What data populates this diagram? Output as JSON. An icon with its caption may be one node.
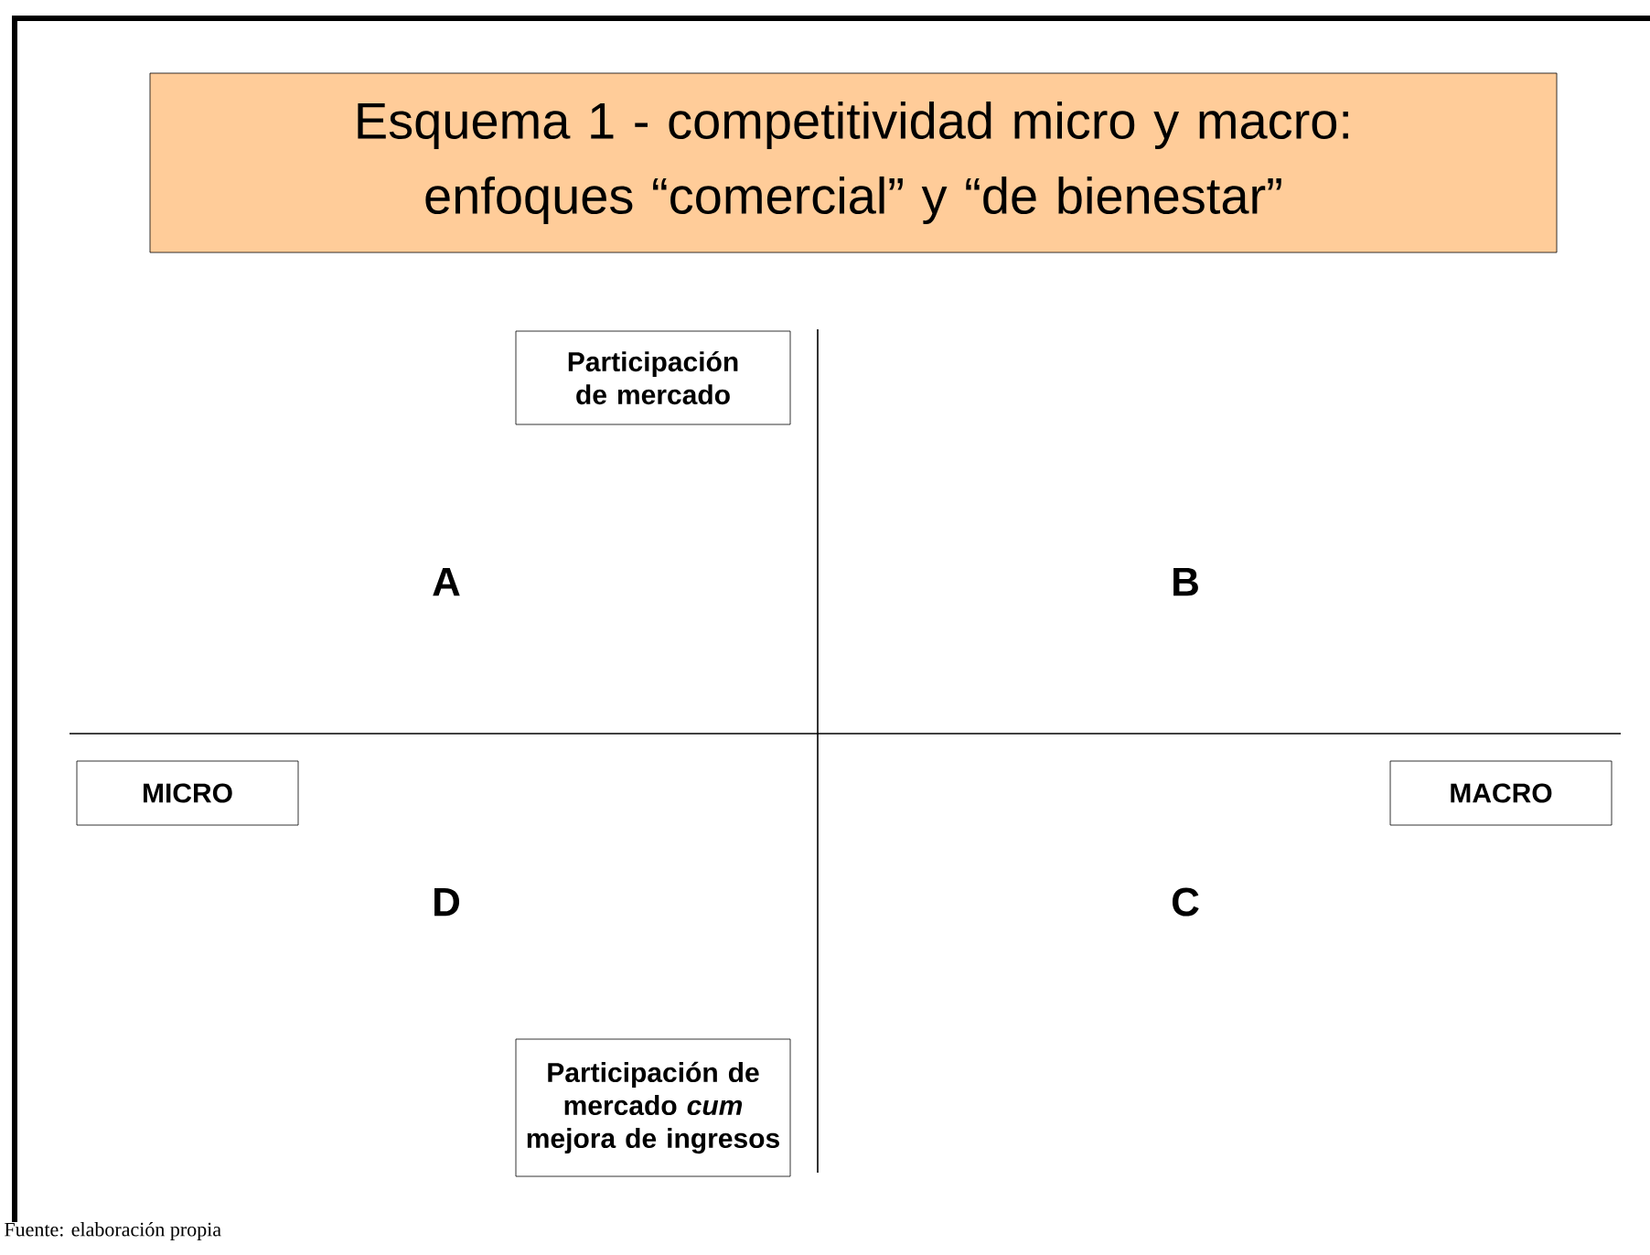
{
  "diagram": {
    "title": "Esquema 1 - competitividad micro y macro: enfoques “comercial” y “de bienestar”",
    "caption": "Fuente: elaboración propia",
    "nodes": [
      {
        "text": [
          "Participación de mercado"
        ]
      },
      {
        "text": [
          "MICRO"
        ]
      },
      {
        "text": [
          "MACRO"
        ]
      },
      {
        "text": [
          "Participación de mercado *cum* mejora de ingresos"
        ]
      }
    ],
    "labels": [
      "A",
      "B",
      "D",
      "C"
    ]
  }
}
